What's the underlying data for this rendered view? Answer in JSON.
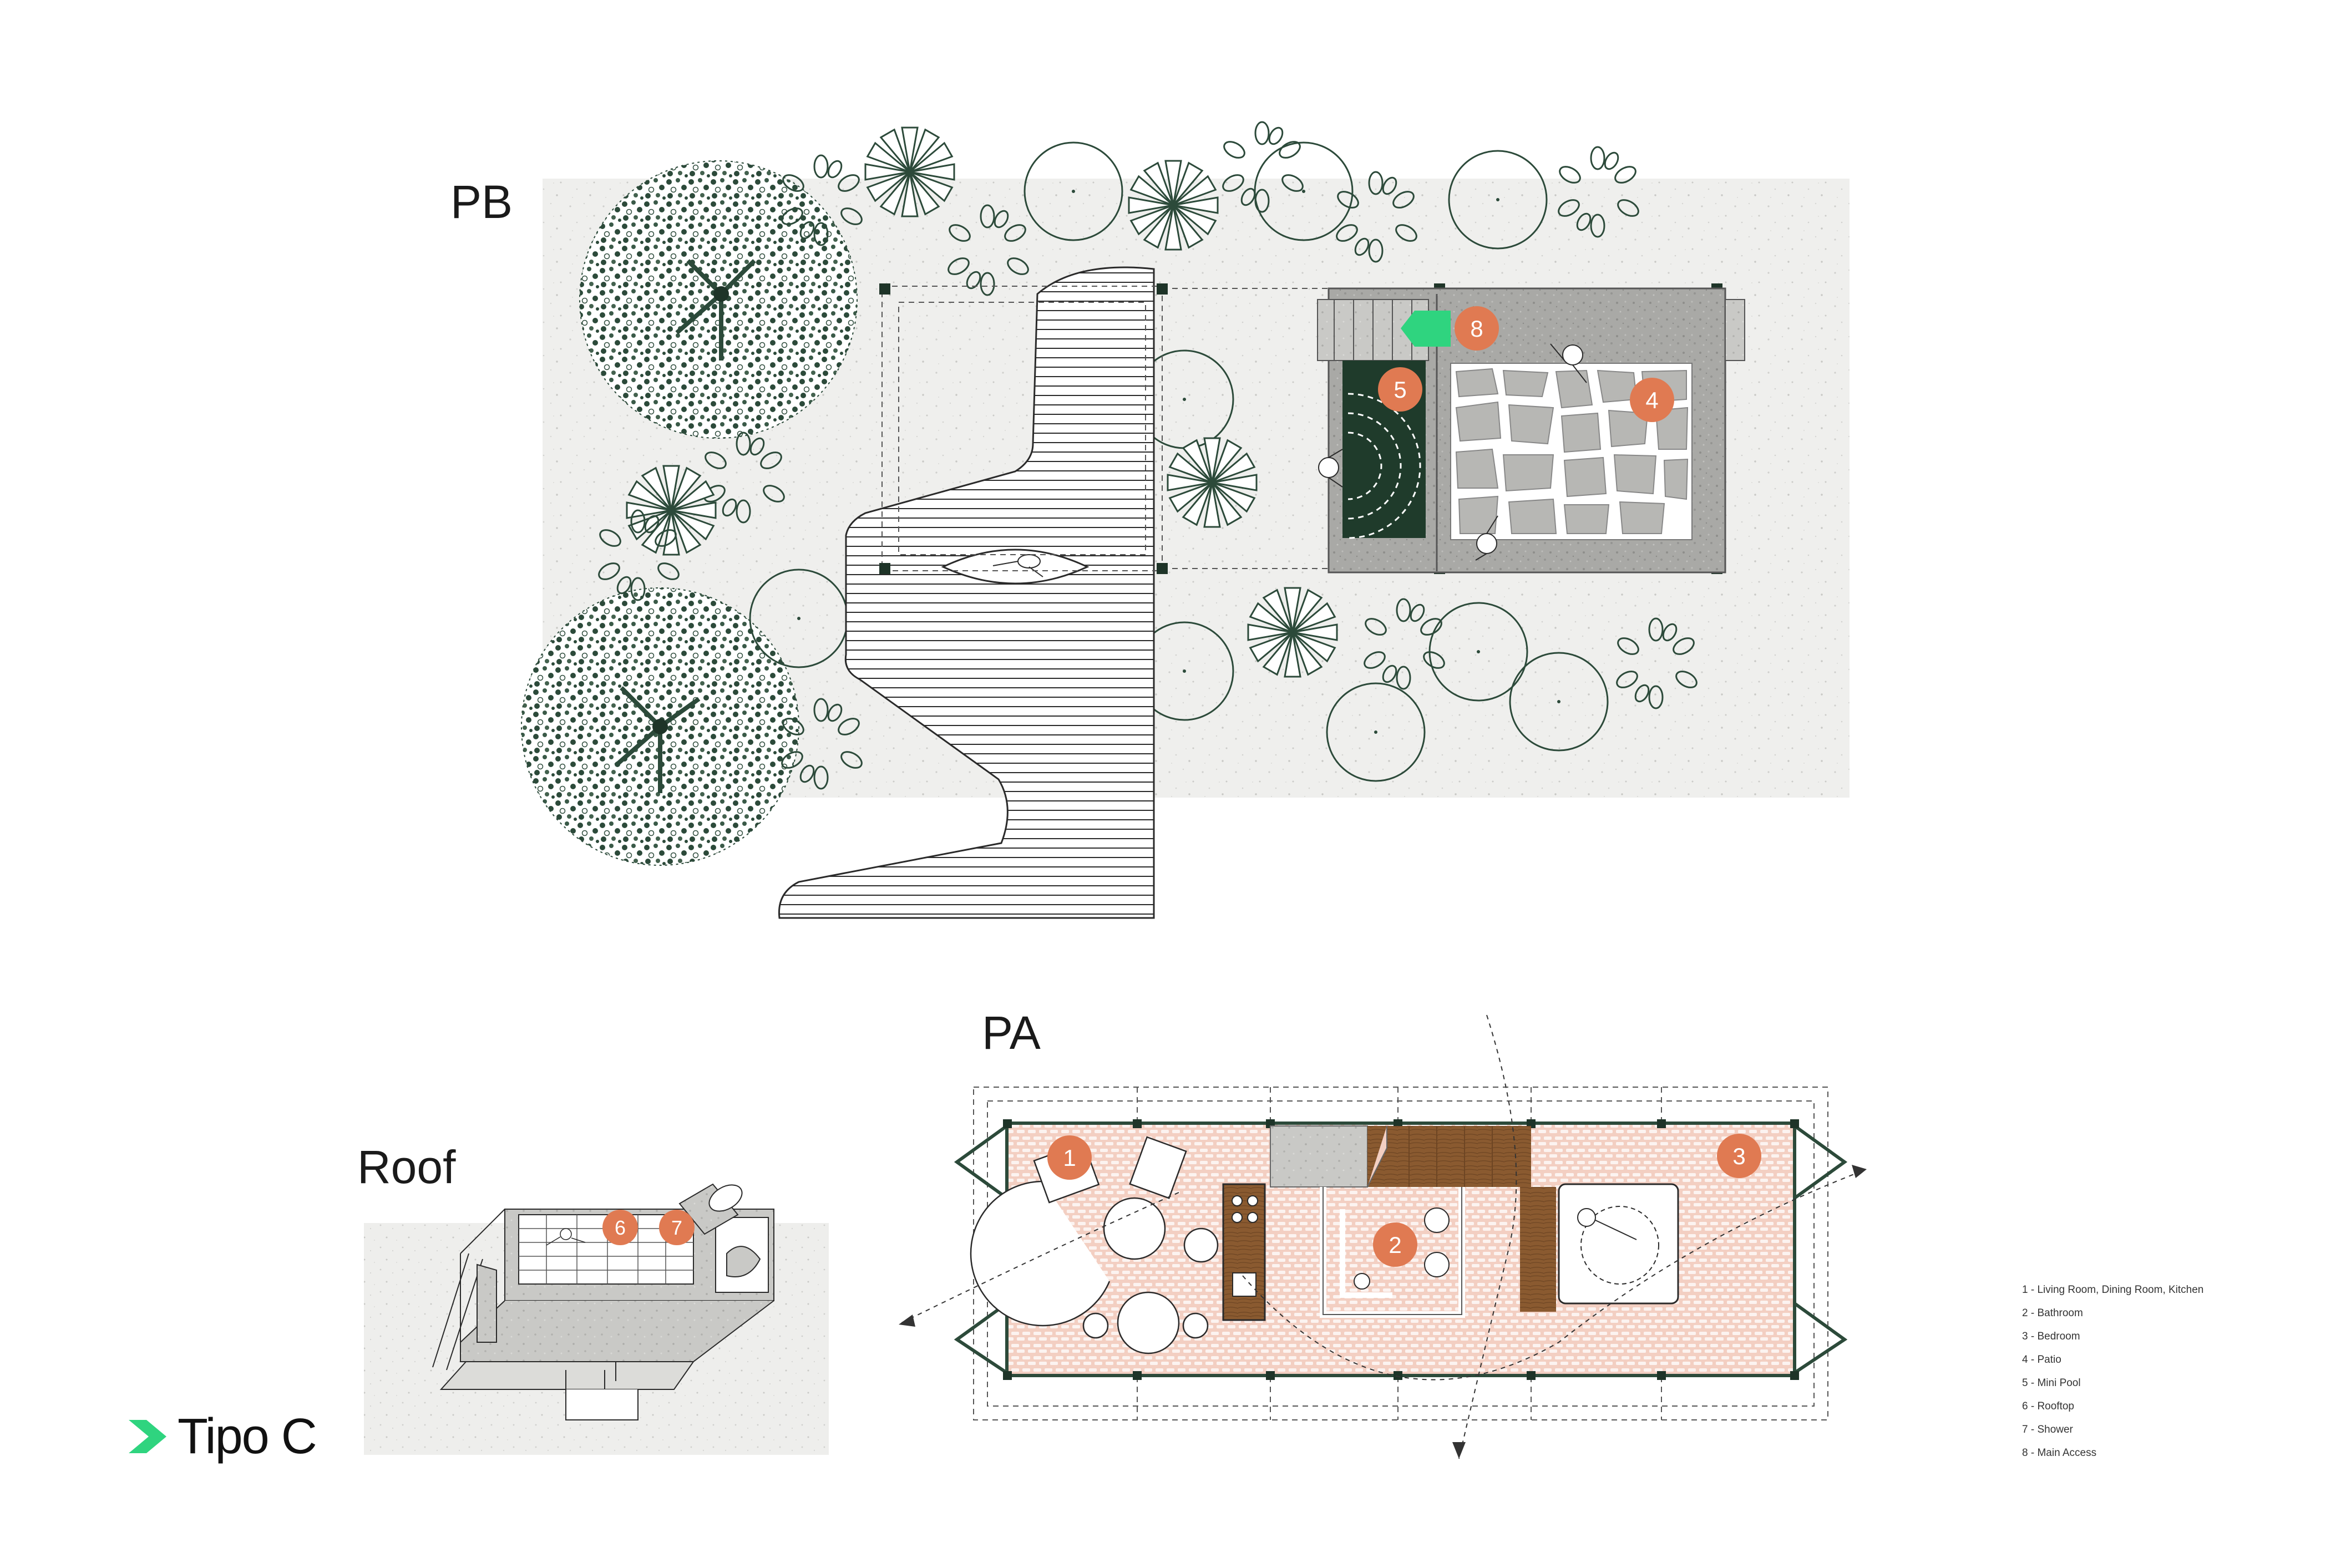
{
  "plans": {
    "ground": {
      "label": "PB"
    },
    "upper": {
      "label": "PA"
    },
    "roof": {
      "label": "Roof"
    }
  },
  "markers": {
    "m1": "1",
    "m2": "2",
    "m3": "3",
    "m4": "4",
    "m5": "5",
    "m6": "6",
    "m7": "7",
    "m8": "8"
  },
  "legend": [
    "1 - Living Room, Dining Room, Kitchen",
    "2 - Bathroom",
    "3 - Bedroom",
    "4 - Patio",
    "5 - Mini Pool",
    "6 - Rooftop",
    "7 - Shower",
    "8 - Main Access"
  ],
  "brand": {
    "name": "Tipo C",
    "icon": "chevron-right-icon"
  },
  "colors": {
    "marker": "#e07a52",
    "accent": "#2fd47f",
    "brick": "#f3cfc2",
    "wood": "#8a5a30",
    "tree": "#2c4a3a",
    "pool": "#1f3b2b",
    "line": "#2a2a2a",
    "ground": "#ededeb"
  }
}
